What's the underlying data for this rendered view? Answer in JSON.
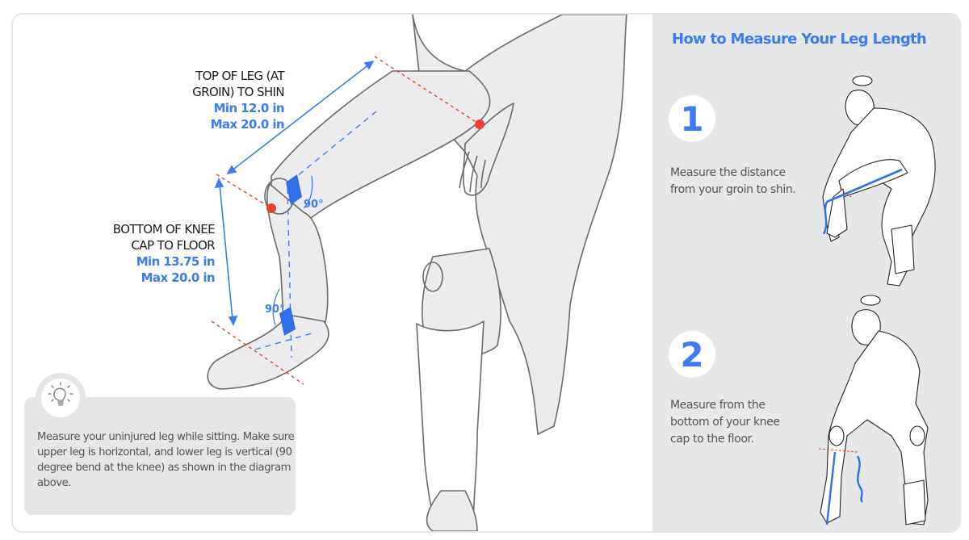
{
  "diagram": {
    "measurement_1": {
      "label_line1": "TOP OF LEG (AT",
      "label_line2": "GROIN) TO SHIN",
      "min": "Min 12.0 in",
      "max": "Max 20.0 in"
    },
    "measurement_2": {
      "label_line1": "BOTTOM OF KNEE",
      "label_line2": "CAP TO FLOOR",
      "min": "Min 13.75 in",
      "max": "Max 20.0 in"
    },
    "angle_knee": "90°",
    "angle_ankle": "90°",
    "tip": {
      "icon": "lightbulb-icon",
      "text": "Measure your uninjured leg while sitting. Make sure upper leg is horizontal, and lower leg is vertical (90 degree bend at the knee) as shown in the diagram above."
    }
  },
  "instructions": {
    "title": "How to Measure Your Leg Length",
    "steps": [
      {
        "number": "1",
        "text": "Measure the distance from your groin to shin."
      },
      {
        "number": "2",
        "text": "Measure from the bottom of your knee cap to the floor."
      }
    ]
  },
  "colors": {
    "accent_blue": "#3d7cf0",
    "marker_red": "#e8412c",
    "panel_gray": "#e6e7e9",
    "body_fill": "#ececee"
  }
}
